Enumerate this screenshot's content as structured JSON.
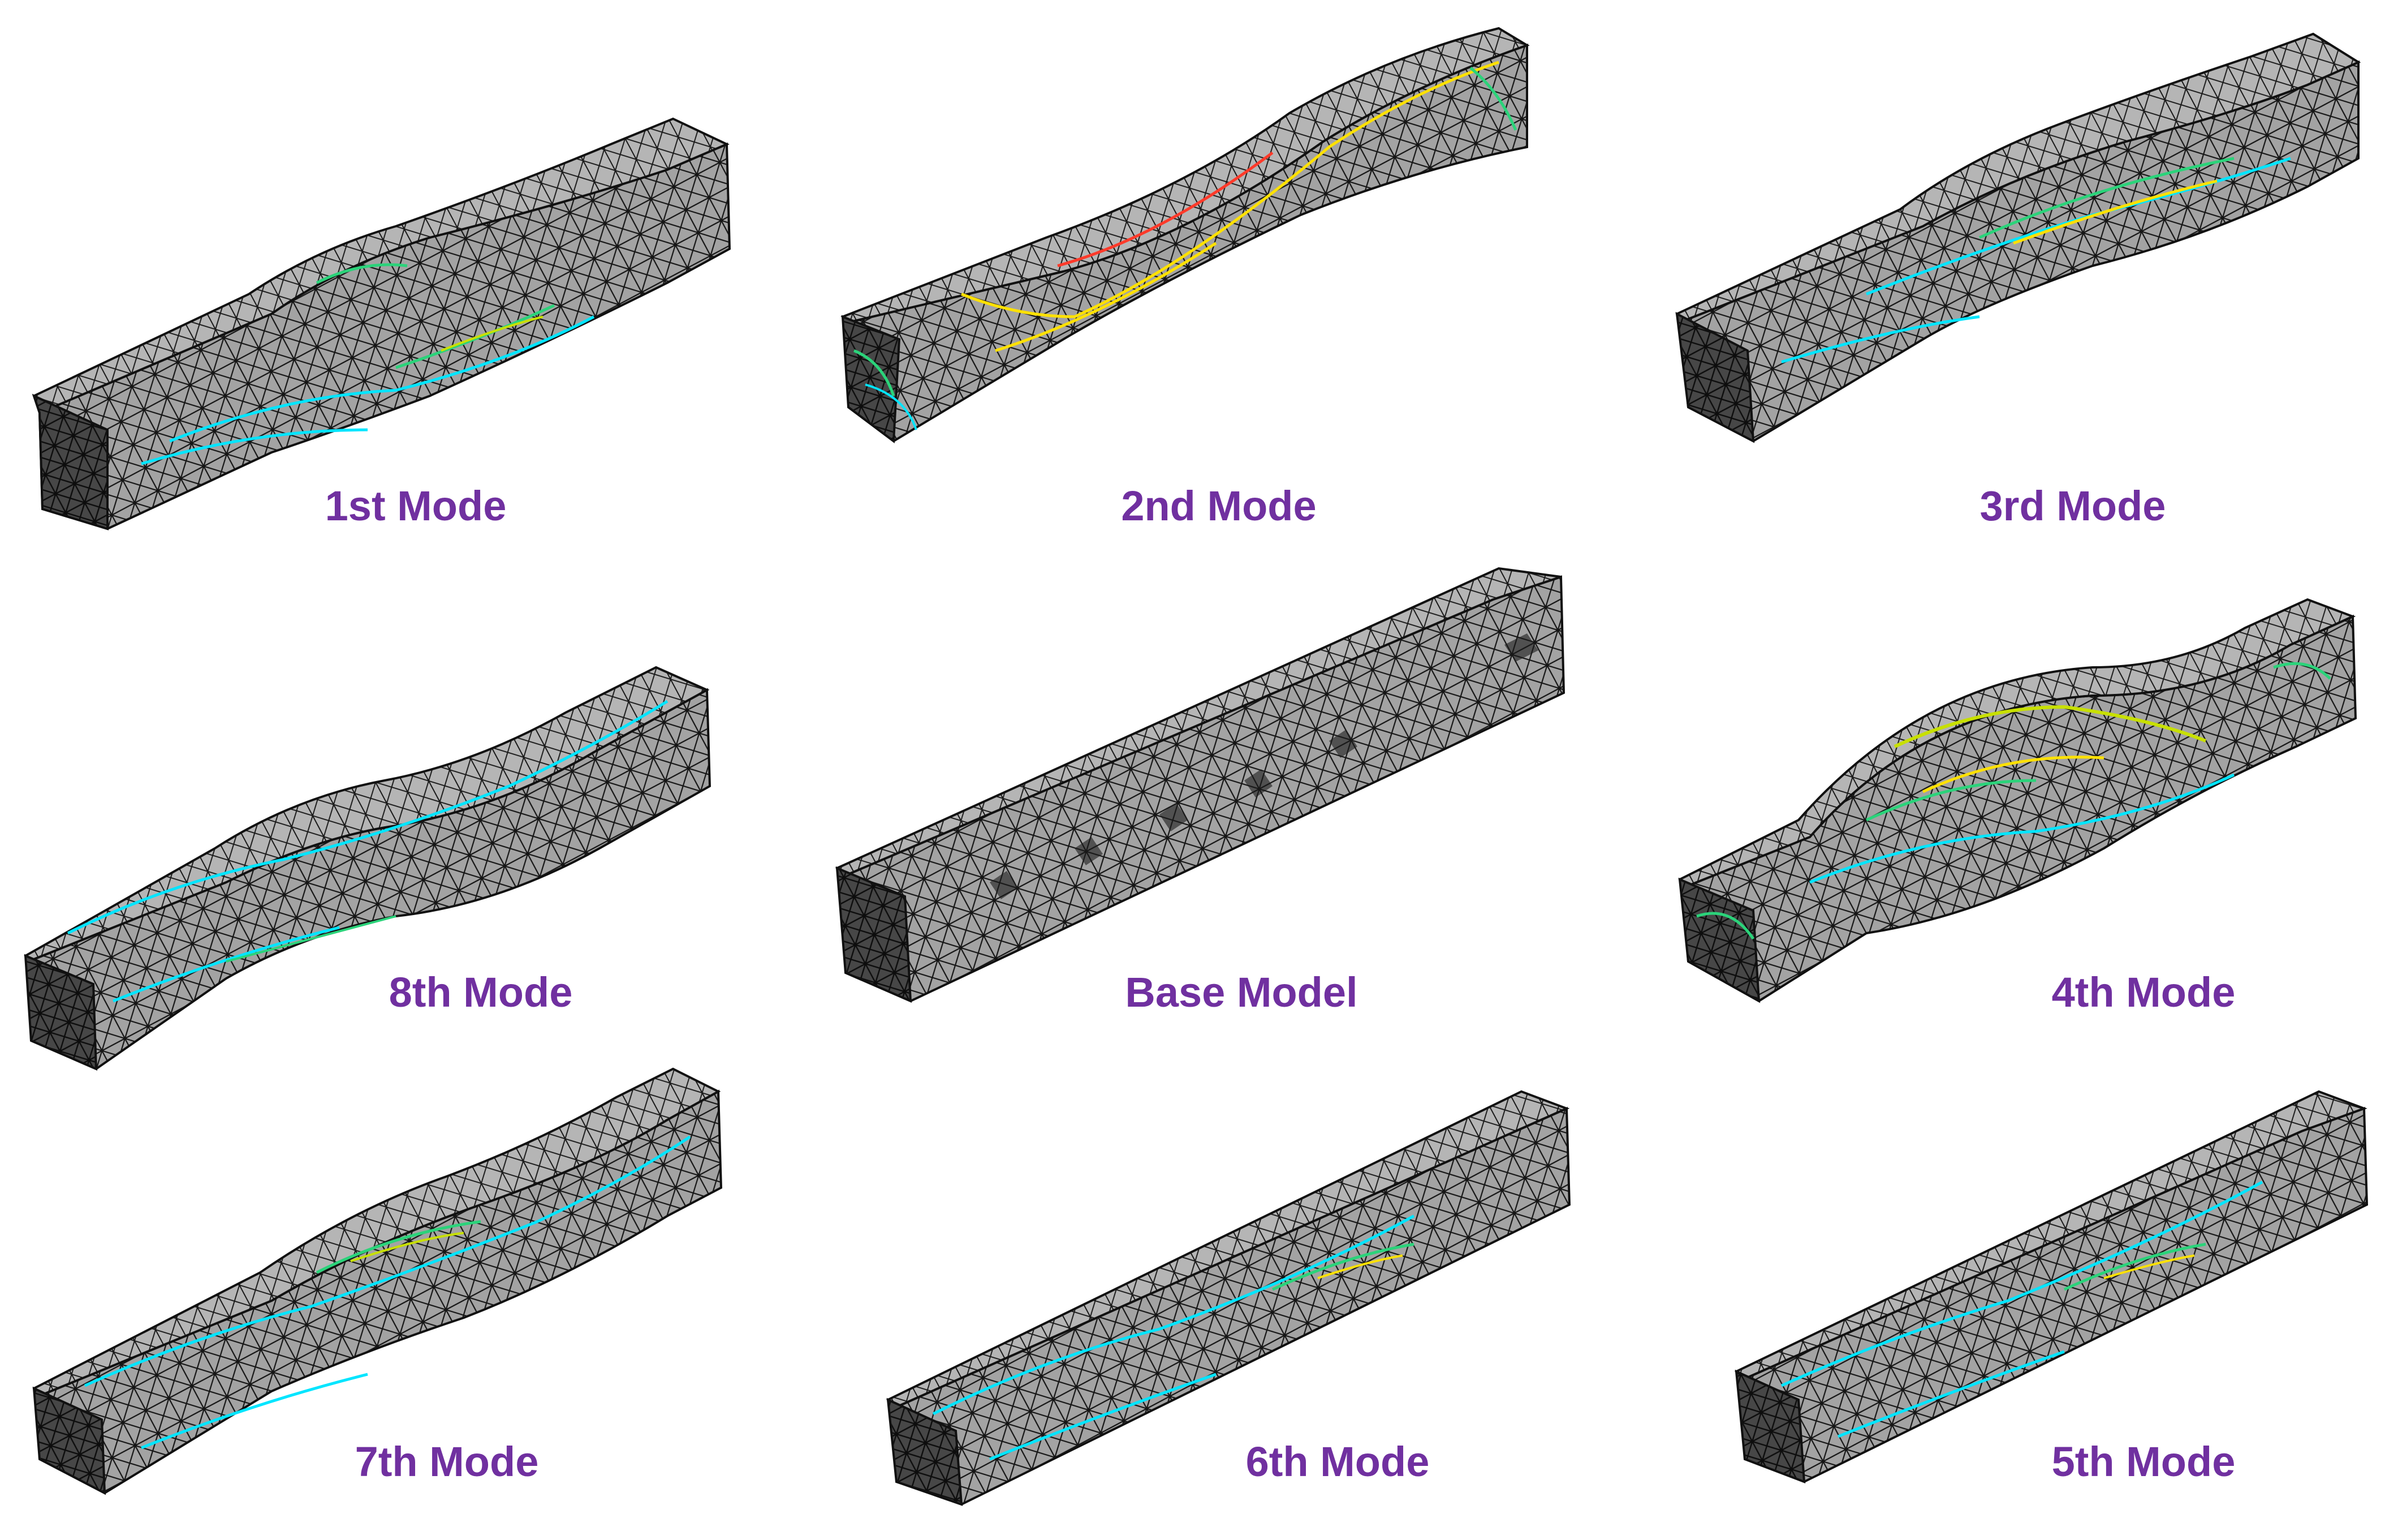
{
  "figure": {
    "panels": [
      {
        "label": "1st Mode",
        "mode": 1,
        "shape": "bulge-center",
        "contour_colors": [
          "#00e5ff",
          "#2bd37a",
          "#c8e000"
        ]
      },
      {
        "label": "2nd  Mode",
        "mode": 2,
        "shape": "twist-saddle",
        "contour_colors": [
          "#ffe100",
          "#ff3a2a",
          "#2bd37a",
          "#00e5ff"
        ]
      },
      {
        "label": "3rd Mode",
        "mode": 3,
        "shape": "bulge-center",
        "contour_colors": [
          "#00e5ff",
          "#2bd37a",
          "#ffe100"
        ]
      },
      {
        "label": "8th Mode",
        "mode": 8,
        "shape": "wave",
        "contour_colors": [
          "#00e5ff",
          "#2bd37a"
        ]
      },
      {
        "label": "Base Model",
        "mode": 0,
        "shape": "undeformed",
        "contour_colors": []
      },
      {
        "label": "4th Mode",
        "mode": 4,
        "shape": "large-bulge",
        "contour_colors": [
          "#c8e000",
          "#ffe100",
          "#2bd37a",
          "#00e5ff"
        ]
      },
      {
        "label": "7th Mode",
        "mode": 7,
        "shape": "bulge-center",
        "contour_colors": [
          "#00e5ff",
          "#2bd37a",
          "#c8e000"
        ]
      },
      {
        "label": "6th Mode",
        "mode": 6,
        "shape": "slight",
        "contour_colors": [
          "#00e5ff",
          "#2bd37a",
          "#ffe100"
        ]
      },
      {
        "label": "5th Mode",
        "mode": 5,
        "shape": "slight",
        "contour_colors": [
          "#00e5ff",
          "#2bd37a",
          "#ffe100"
        ]
      }
    ],
    "colors": {
      "label": "#7030a0",
      "mesh_fill": "#9a9a9a",
      "mesh_dark": "#3a3a3a",
      "mesh_line": "#111111"
    }
  }
}
